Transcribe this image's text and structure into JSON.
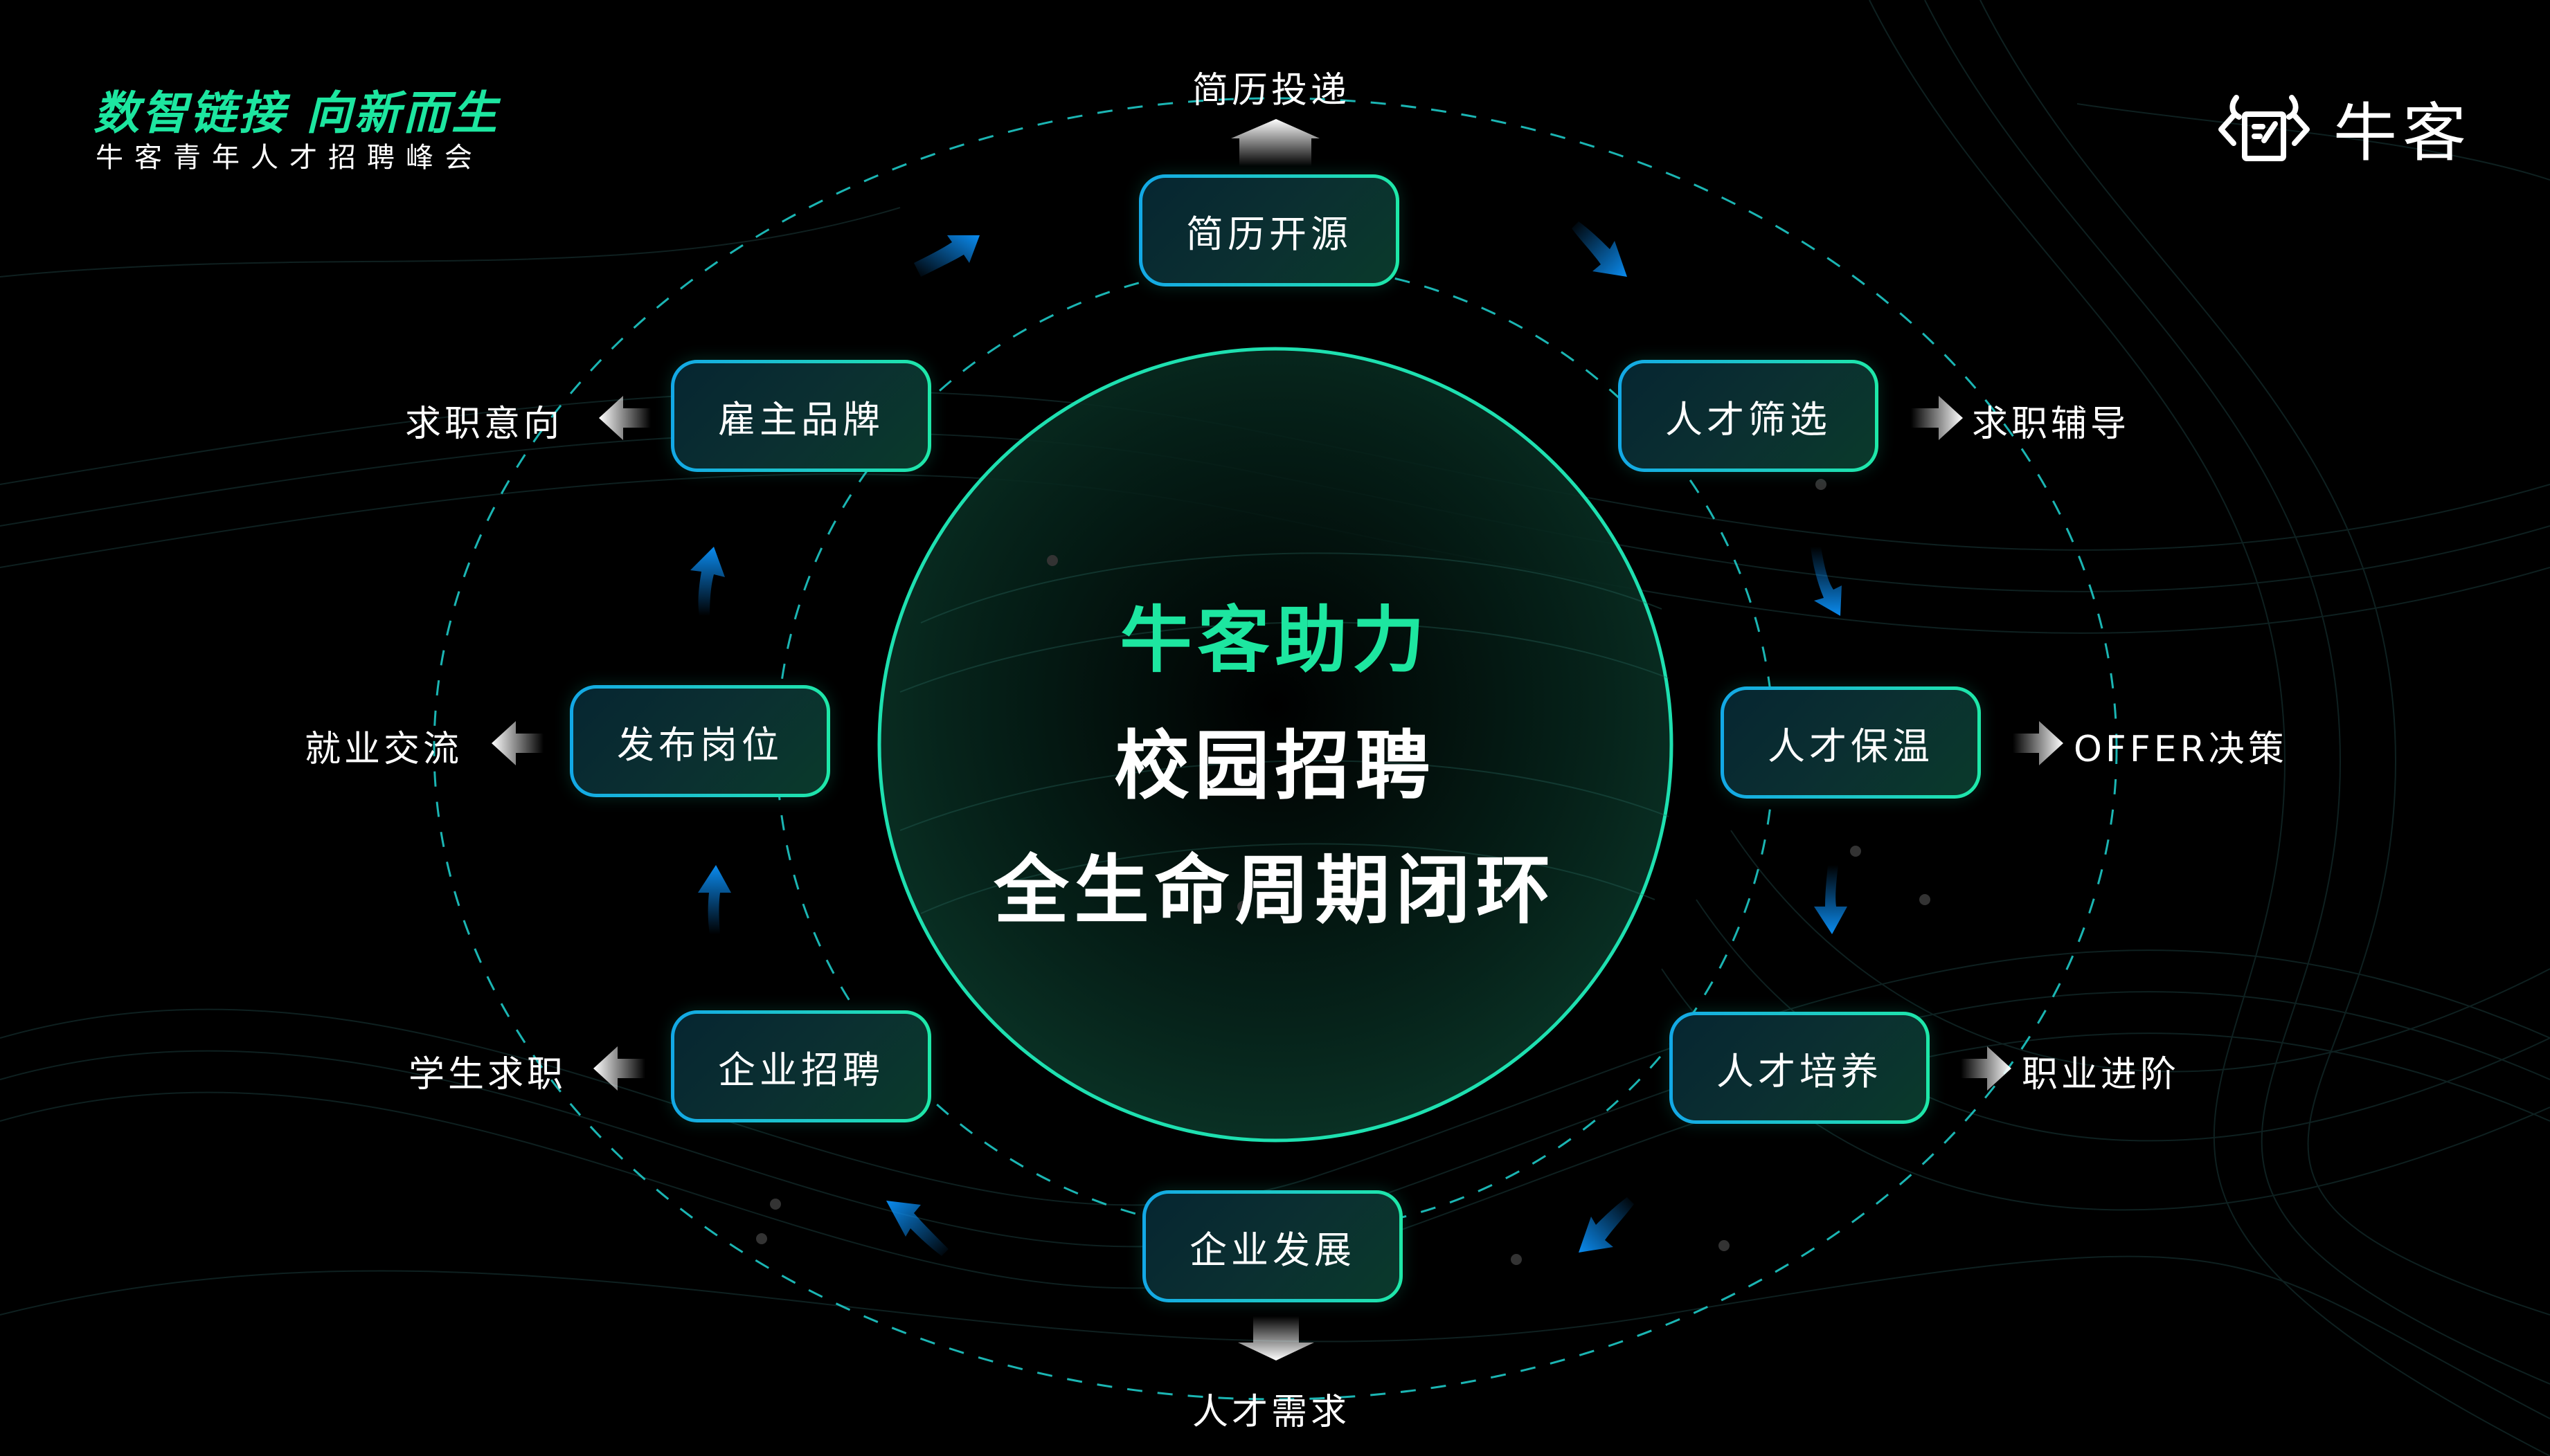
{
  "header": {
    "slogan": "数智链接 向新而生",
    "subtitle": "牛客青年人才招聘峰会"
  },
  "logo": {
    "icon": "nowcoder-bull-icon",
    "text": "牛客"
  },
  "center": {
    "line1": "牛客助力",
    "line2": "校园招聘",
    "line3": "全生命周期闭环",
    "accent_color": "#1de6a0"
  },
  "cycle": {
    "nodes": [
      {
        "id": "resume-open",
        "label": "简历开源",
        "outcome": "简历投递",
        "outcome_direction": "up"
      },
      {
        "id": "talent-screening",
        "label": "人才筛选",
        "outcome": "求职辅导",
        "outcome_direction": "right"
      },
      {
        "id": "talent-warming",
        "label": "人才保温",
        "outcome": "OFFER决策",
        "outcome_direction": "right"
      },
      {
        "id": "talent-development",
        "label": "人才培养",
        "outcome": "职业进阶",
        "outcome_direction": "right"
      },
      {
        "id": "enterprise-growth",
        "label": "企业发展",
        "outcome": "人才需求",
        "outcome_direction": "down"
      },
      {
        "id": "enterprise-recruiting",
        "label": "企业招聘",
        "outcome": "学生求职",
        "outcome_direction": "left"
      },
      {
        "id": "post-jobs",
        "label": "发布岗位",
        "outcome": "就业交流",
        "outcome_direction": "left"
      },
      {
        "id": "employer-brand",
        "label": "雇主品牌",
        "outcome": "求职意向",
        "outcome_direction": "left"
      }
    ],
    "flow_direction": "clockwise",
    "flow_arrow_color": "#0a84e8",
    "ring_color": "#1ec9c6",
    "box_border_gradient": [
      "#13a8e6",
      "#1ee8a8"
    ]
  }
}
